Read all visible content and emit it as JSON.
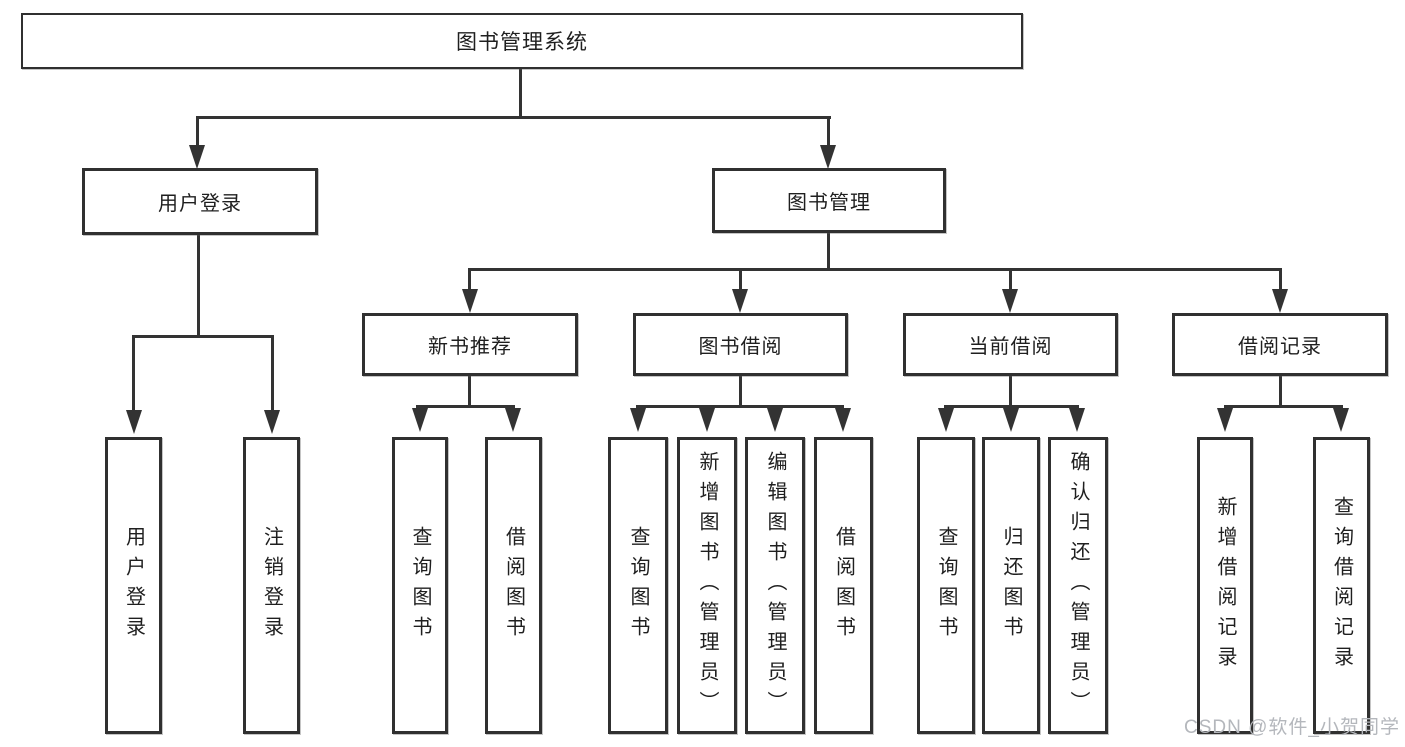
{
  "colors": {
    "line": "#333333",
    "text": "#1f1f1f",
    "box_background": "#ffffff",
    "watermark_text": "#b4b7bc"
  },
  "nodes": {
    "root": {
      "label": "图书管理系统"
    },
    "user_login": {
      "label": "用户登录",
      "children": [
        {
          "label": "用户登录"
        },
        {
          "label": "注销登录"
        }
      ]
    },
    "book_management": {
      "label": "图书管理",
      "branches": [
        {
          "label": "新书推荐",
          "children": [
            {
              "label": "查询图书"
            },
            {
              "label": "借阅图书"
            }
          ]
        },
        {
          "label": "图书借阅",
          "children": [
            {
              "label": "查询图书"
            },
            {
              "label": "新增图书（管理员）"
            },
            {
              "label": "编辑图书（管理员）"
            },
            {
              "label": "借阅图书"
            }
          ]
        },
        {
          "label": "当前借阅",
          "children": [
            {
              "label": "查询图书"
            },
            {
              "label": "归还图书"
            },
            {
              "label": "确认归还（管理员）"
            }
          ]
        },
        {
          "label": "借阅记录",
          "children": [
            {
              "label": "新增借阅记录"
            },
            {
              "label": "查询借阅记录"
            }
          ]
        }
      ]
    }
  },
  "watermark": {
    "text": "CSDN @软件_小贺同学"
  }
}
